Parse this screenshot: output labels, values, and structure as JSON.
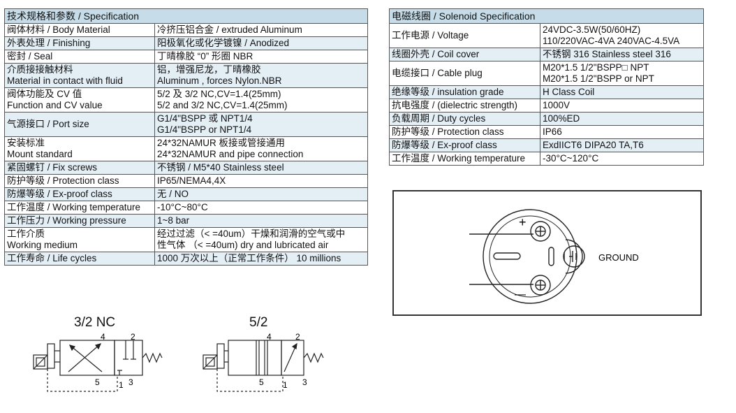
{
  "spec": {
    "header": "技术规格和参数 / Specification",
    "rows": [
      {
        "label": [
          "阀体材料 /  Body Material"
        ],
        "value": [
          "冷挤压铝合金 / extruded Aluminum"
        ]
      },
      {
        "label": [
          "外表处理 /  Finishing"
        ],
        "value": [
          "阳极氧化或化学镀镍 /  Anodized"
        ]
      },
      {
        "label": [
          "密封 /  Seal"
        ],
        "value": [
          "丁晴橡胶 “0” 形圈  NBR"
        ]
      },
      {
        "label": [
          "介质接接触材料",
          "Material in contact with fluid"
        ],
        "value": [
          "铝，增强尼龙，丁晴橡胶",
          "Aluminum , forces Nylon.NBR"
        ]
      },
      {
        "label": [
          "阀体功能及 CV 值",
          "Function and CV value"
        ],
        "value": [
          "5/2 及 3/2 NC,CV=1.4(25mm)",
          "5/2 and 3/2 NC,CV=1.4(25mm)"
        ]
      },
      {
        "label": [
          "气源接口 /  Port  size"
        ],
        "value": [
          "G1/4\"BSPP 或 NPT1/4",
          "G1/4\"BSPP or NPT1/4"
        ]
      },
      {
        "label": [
          "安装标准",
          "Mount  standard"
        ],
        "value": [
          "24*32NAMUR 板接或管接通用",
          "24*32NAMUR and pipe connection"
        ]
      },
      {
        "label": [
          "紧固螺钉 / Fix screws"
        ],
        "value": [
          "不锈钢 / M5*40 Stainless steel"
        ]
      },
      {
        "label": [
          "防护等级 / Protection class"
        ],
        "value": [
          "IP65/NEMA4,4X"
        ]
      },
      {
        "label": [
          "防爆等级 / Ex-proof class"
        ],
        "value": [
          "无 / NO"
        ]
      },
      {
        "label": [
          "工作温度 /  Working temperature"
        ],
        "value": [
          "-10°C~80°C"
        ]
      },
      {
        "label": [
          "工作压力 / Working pressure"
        ],
        "value": [
          "1~8 bar"
        ]
      },
      {
        "label": [
          "工作介质",
          "Working medium"
        ],
        "value": [
          "经过过滤（< =40um）干燥和润滑的空气或中",
          "性气体    （< =40um) dry and lubricated air"
        ]
      },
      {
        "label": [
          "工作寿命 / Life cycles"
        ],
        "value": [
          "1000 万次以上（正常工作条件）  10 millions"
        ]
      }
    ]
  },
  "solenoid": {
    "header": "电磁线圈 / Solenoid Specification",
    "rows": [
      {
        "label": [
          "工作电源 /  Voltage"
        ],
        "value": [
          "24VDC-3.5W(50/60HZ)",
          "110/220VAC-4VA 240VAC-4.5VA"
        ]
      },
      {
        "label": [
          "线圈外壳 /  Coil  cover"
        ],
        "value": [
          "不锈钢 316  Stainless steel 316"
        ]
      },
      {
        "label": [
          "电缆接口 / Cable plug"
        ],
        "value": [
          "M20*1.5 1/2\"BSPP□ NPT",
          "M20*1.5 1/2\"BSPP or  NPT"
        ]
      },
      {
        "label": [
          "绝缘等级 /  insulation grade"
        ],
        "value": [
          "H Class Coil"
        ]
      },
      {
        "label": [
          "抗电强度 /  (dielectric strength)"
        ],
        "value": [
          "1000V"
        ]
      },
      {
        "label": [
          "负载周期 / Duty cycles"
        ],
        "value": [
          "100%ED"
        ]
      },
      {
        "label": [
          "防护等级 / Protection class"
        ],
        "value": [
          "IP66"
        ]
      },
      {
        "label": [
          "防爆等级 /  Ex-proof  class"
        ],
        "value": [
          "ExdIICT6 DIPA20 TA,T6"
        ]
      },
      {
        "label": [
          "工作温度 /  Working temperature"
        ],
        "value": [
          "-30°C~120°C"
        ]
      }
    ]
  },
  "wiring": {
    "plus": "+",
    "minus": "—",
    "ground_label": "GROUND"
  },
  "symbols": {
    "nc": {
      "title": "3/2 NC",
      "port4": "4",
      "port2": "2",
      "port5": "5",
      "port1": "1",
      "port3": "3"
    },
    "fivetwo": {
      "title": "5/2",
      "port4": "4",
      "port2": "2",
      "port5": "5",
      "port1": "1",
      "port3": "3"
    }
  }
}
